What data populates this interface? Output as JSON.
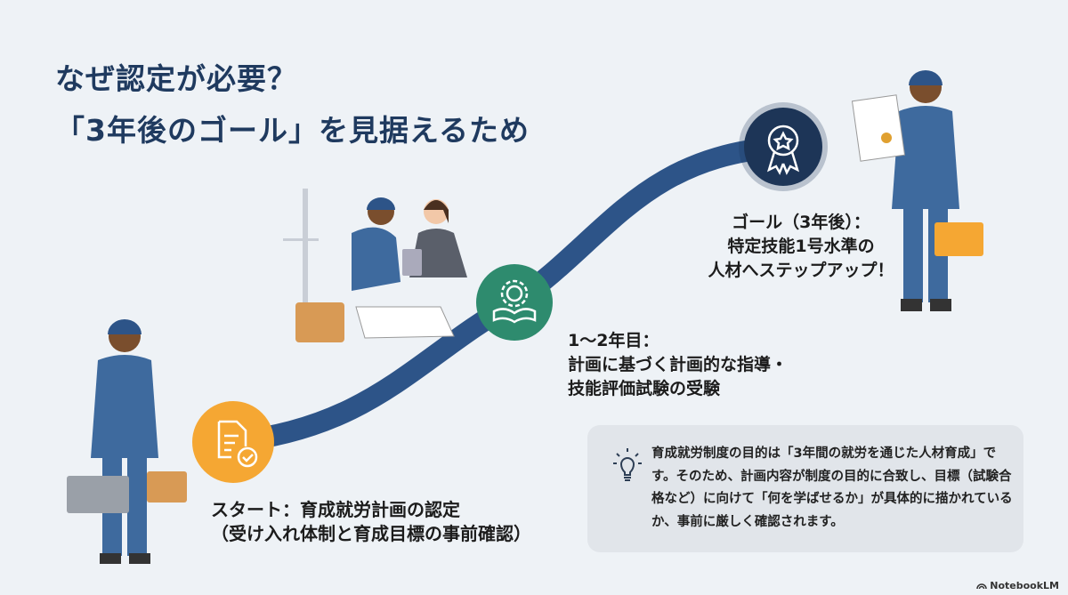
{
  "title": {
    "line1": "なぜ認定が必要？",
    "line2": "「3年後のゴール」を見据えるため"
  },
  "steps": [
    {
      "icon": "document-check-icon",
      "color": "#f5a733",
      "line1": "スタート：育成就労計画の認定",
      "line2": "（受け入れ体制と育成目標の事前確認）"
    },
    {
      "icon": "gear-book-icon",
      "color": "#2e8b6e",
      "line1": "1～2年目：",
      "line2": "計画に基づく計画的な指導・",
      "line3": "技能評価試験の受験"
    },
    {
      "icon": "award-ribbon-icon",
      "color": "#1d3557",
      "line1": "ゴール（3年後）：",
      "line2": "特定技能1号水準の",
      "line3": "人材へステップアップ！"
    }
  ],
  "info": {
    "icon": "lightbulb-icon",
    "text": "育成就労制度の目的は「3年間の就労を通じた人材育成」です。そのため、計画内容が制度の目的に合致し、目標（試験合格など）に向けて「何を学ばせるか」が具体的に描かれているか、事前に厳しく確認されます。"
  },
  "brand": {
    "label": "NotebookLM"
  },
  "colors": {
    "path": "#2d5488",
    "title": "#1f3a5f",
    "background": "#eef2f6"
  }
}
